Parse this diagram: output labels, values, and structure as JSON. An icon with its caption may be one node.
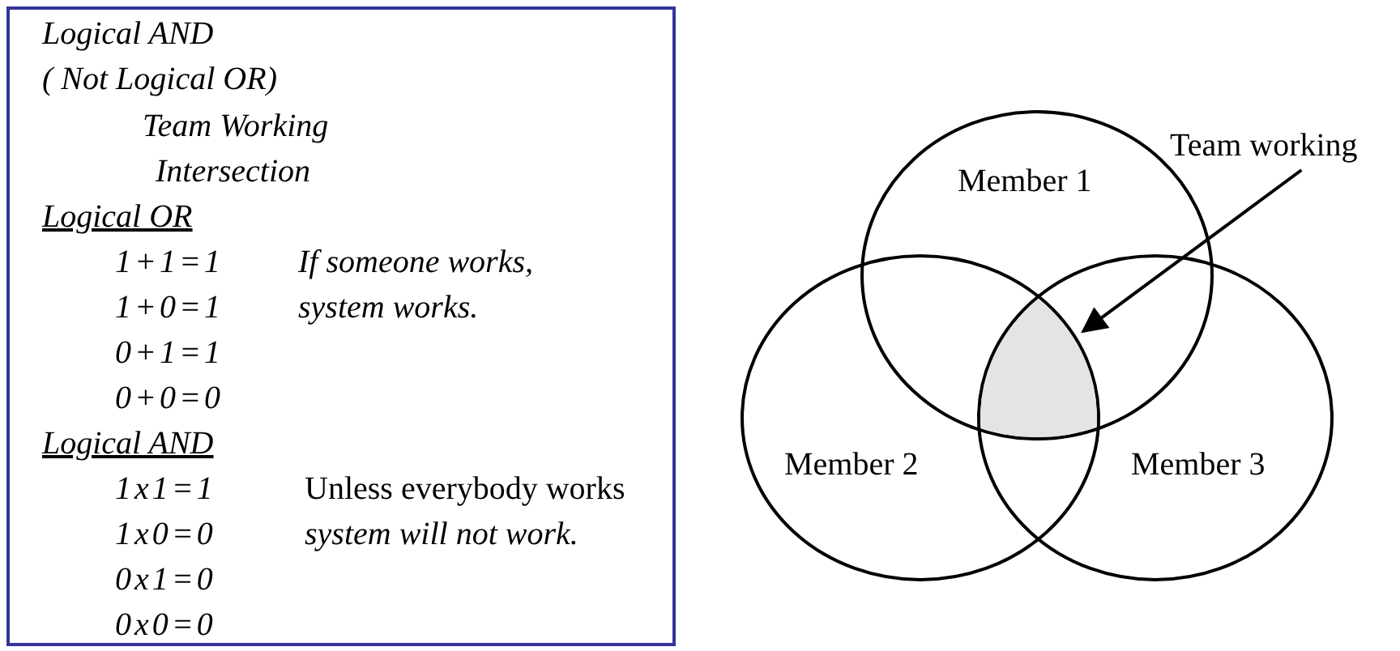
{
  "diagram": {
    "nodes": [
      {
        "text": [
          "Logical AND",
          "( Not Logical OR)",
          "Team Working",
          "Intersection",
          "Logical OR",
          "1+1=1",
          "If someone works, system works.",
          "1+0=1",
          "0+1=1",
          "0+0=0",
          "Logical AND",
          "1x1=1",
          "Unless everybody works *system will not work.*",
          "1x0=0",
          "0x1=0",
          "0x0=0"
        ]
      },
      {
        "text": [
          "Member 1"
        ]
      },
      {
        "text": [
          "Member 2"
        ]
      },
      {
        "text": [
          "Member 3"
        ]
      },
      {
        "text": [
          "Team working"
        ]
      },
      {
        "text": [],
        "shape": "region"
      }
    ],
    "edges": [
      {
        "from": 4,
        "to": 5,
        "arrow": "to"
      }
    ]
  }
}
